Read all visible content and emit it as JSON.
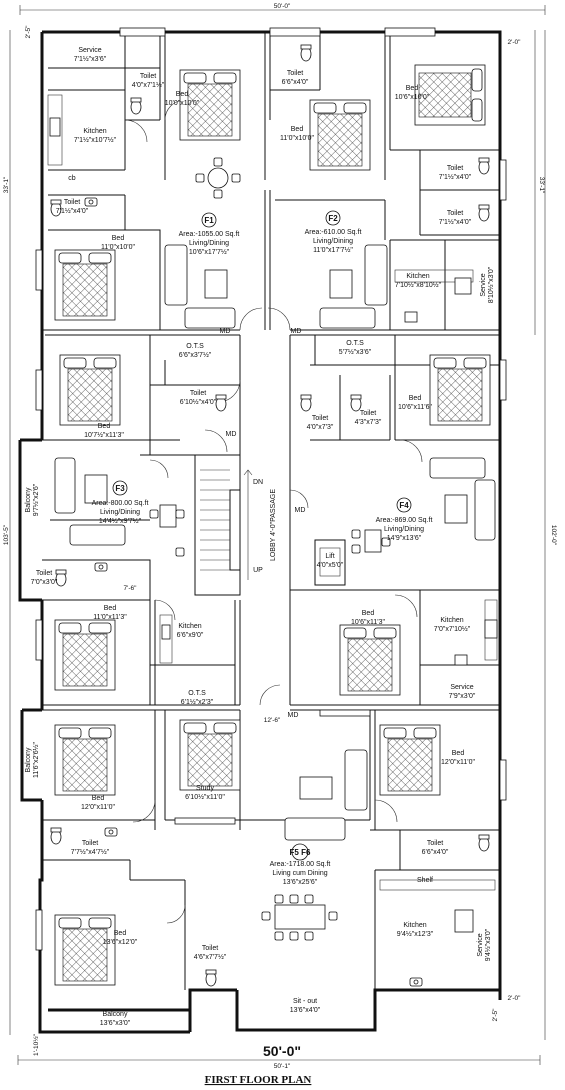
{
  "plan": {
    "title": "FIRST FLOOR PLAN",
    "bottom_width": "50'-0\"",
    "bottom_width_small": "50'-1\"",
    "top_width": "50'-0\"",
    "left_top_height": "33'-1\"",
    "right_top_height": "33'-1\"",
    "left_total_height": "103'-5\"",
    "right_total_height": "102'-0\"",
    "corner_dims": [
      "2'-5\"",
      "2'-0\"",
      "2'-0\"",
      "2'-5\"",
      "1'-10½\""
    ]
  },
  "flats": [
    {
      "id": "F1",
      "area": "Area:-1055.00 Sq.ft",
      "living": "Living/Dining",
      "size": "10'6\"x17'7½\""
    },
    {
      "id": "F2",
      "area": "Area:-610.00 Sq.ft",
      "living": "Living/Dining",
      "size": "11'0\"x17'7½\""
    },
    {
      "id": "F3",
      "area": "Area:-800.00 Sq.ft",
      "living": "Living/Dining",
      "size": "14'4½\"x9'7½\""
    },
    {
      "id": "F4",
      "area": "Area:-869.00 Sq.ft",
      "living": "Living/Dining",
      "size": "14'9\"x13'6\""
    },
    {
      "id": "F5 F6",
      "area": "Area:-1718.00 Sq.ft",
      "living": "Living cum Dining",
      "size": "13'6\"x25'6\""
    }
  ],
  "rooms": {
    "service_f1": {
      "name": "Service",
      "size": "7'1½\"x3'6\""
    },
    "toilet_f1a": {
      "name": "Toilet",
      "size": "4'0\"x7'1½\""
    },
    "bed_f1a": {
      "name": "Bed",
      "size": "10'0\"x10'0\""
    },
    "toilet_top_mid": {
      "name": "Toilet",
      "size": "6'6\"x4'0\""
    },
    "bed_f2a": {
      "name": "Bed",
      "size": "11'0\"x10'0\""
    },
    "bed_top_right": {
      "name": "Bed",
      "size": "10'6\"x10'0\""
    },
    "kitchen_f1": {
      "name": "Kitchen",
      "size": "7'1½\"x10'7½\""
    },
    "cb": {
      "name": "cb"
    },
    "toilet_f1b": {
      "name": "Toilet",
      "size": "7'1½\"x4'0\""
    },
    "bed_f1b": {
      "name": "Bed",
      "size": "11'0\"x10'0\""
    },
    "toilet_r1": {
      "name": "Toilet",
      "size": "7'1½\"x4'0\""
    },
    "toilet_r2": {
      "name": "Toilet",
      "size": "7'1½\"x4'0\""
    },
    "kitchen_f2": {
      "name": "Kitchen",
      "size": "7'10½\"x8'10½\""
    },
    "service_f2": {
      "name": "Service",
      "size": "8'10½\"x3'0\""
    },
    "ots1": {
      "name": "O.T.S",
      "size": "6'6\"x3'7½\""
    },
    "ots2": {
      "name": "O.T.S",
      "size": "5'7½\"x3'6\""
    },
    "toilet_f3a": {
      "name": "Toilet",
      "size": "6'10½\"x4'0\""
    },
    "bed_f3a": {
      "name": "Bed",
      "size": "10'7½\"x11'3\""
    },
    "toilet_f4a": {
      "name": "Toilet",
      "size": "4'0\"x7'3\""
    },
    "toilet_f4b": {
      "name": "Toilet",
      "size": "4'3\"x7'3\""
    },
    "bed_f4a": {
      "name": "Bed",
      "size": "10'6\"x11'6\""
    },
    "balcony_f3": {
      "name": "Balcony",
      "size": "9'7½\"x2'6\""
    },
    "toilet_f3b": {
      "name": "Toilet",
      "size": "7'0\"x3'0\""
    },
    "dim_76": {
      "name": "7'-6\""
    },
    "lift": {
      "name": "Lift",
      "size": "4'0\"x5'0\""
    },
    "lobby": {
      "name": "LOBBY 4'-0\"PASSAGE"
    },
    "dn": {
      "name": "DN"
    },
    "up": {
      "name": "UP"
    },
    "bed_f3b": {
      "name": "Bed",
      "size": "11'0\"x11'3\""
    },
    "kitchen_f3": {
      "name": "Kitchen",
      "size": "6'6\"x9'0\""
    },
    "bed_f4b": {
      "name": "Bed",
      "size": "10'6\"x11'3\""
    },
    "kitchen_f4": {
      "name": "Kitchen",
      "size": "7'0\"x7'10½\""
    },
    "service_f4": {
      "name": "Service",
      "size": "7'9\"x3'0\""
    },
    "ots3": {
      "name": "O.T.S",
      "size": "6'1½\"x2'3\""
    },
    "dim_126": {
      "name": "12'-6\""
    },
    "balcony_f5": {
      "name": "Balcony",
      "size": "11'6\"x2'6½\""
    },
    "bed_f5a": {
      "name": "Bed",
      "size": "12'0\"x11'0\""
    },
    "study": {
      "name": "Study",
      "size": "6'10½\"x11'0\""
    },
    "bed_f5b": {
      "name": "Bed",
      "size": "12'0\"x11'0\""
    },
    "toilet_f5a": {
      "name": "Toilet",
      "size": "7'7½\"x4'7½\""
    },
    "toilet_f5b": {
      "name": "Toilet",
      "size": "6'6\"x4'0\""
    },
    "shelf": {
      "name": "Shelf"
    },
    "bed_f5c": {
      "name": "Bed",
      "size": "13'6\"x12'0\""
    },
    "toilet_f5c": {
      "name": "Toilet",
      "size": "4'6\"x7'7½\""
    },
    "kitchen_f5": {
      "name": "Kitchen",
      "size": "9'4½\"x12'3\""
    },
    "service_f5": {
      "name": "Service",
      "size": "9'4½\"x3'0\""
    },
    "sitout": {
      "name": "Sit - out",
      "size": "13'6\"x4'0\""
    },
    "balcony_f5b": {
      "name": "Balcony",
      "size": "13'6\"x3'0\""
    }
  },
  "md": "MD"
}
